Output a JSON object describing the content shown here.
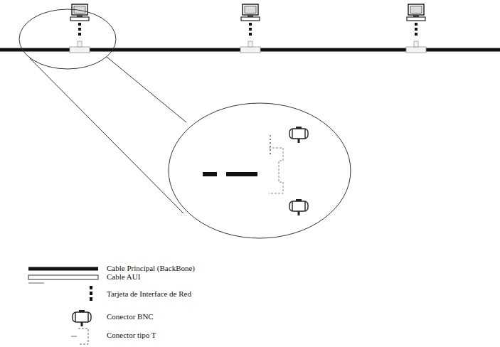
{
  "diagram": {
    "legend": [
      {
        "text": "Cable Principal (BackBone)"
      },
      {
        "text": "Cable AUI"
      },
      {
        "text": "Tarjeta de Interface de Red"
      },
      {
        "text": "Conector BNC"
      },
      {
        "text": "Conector tipo T"
      }
    ]
  }
}
